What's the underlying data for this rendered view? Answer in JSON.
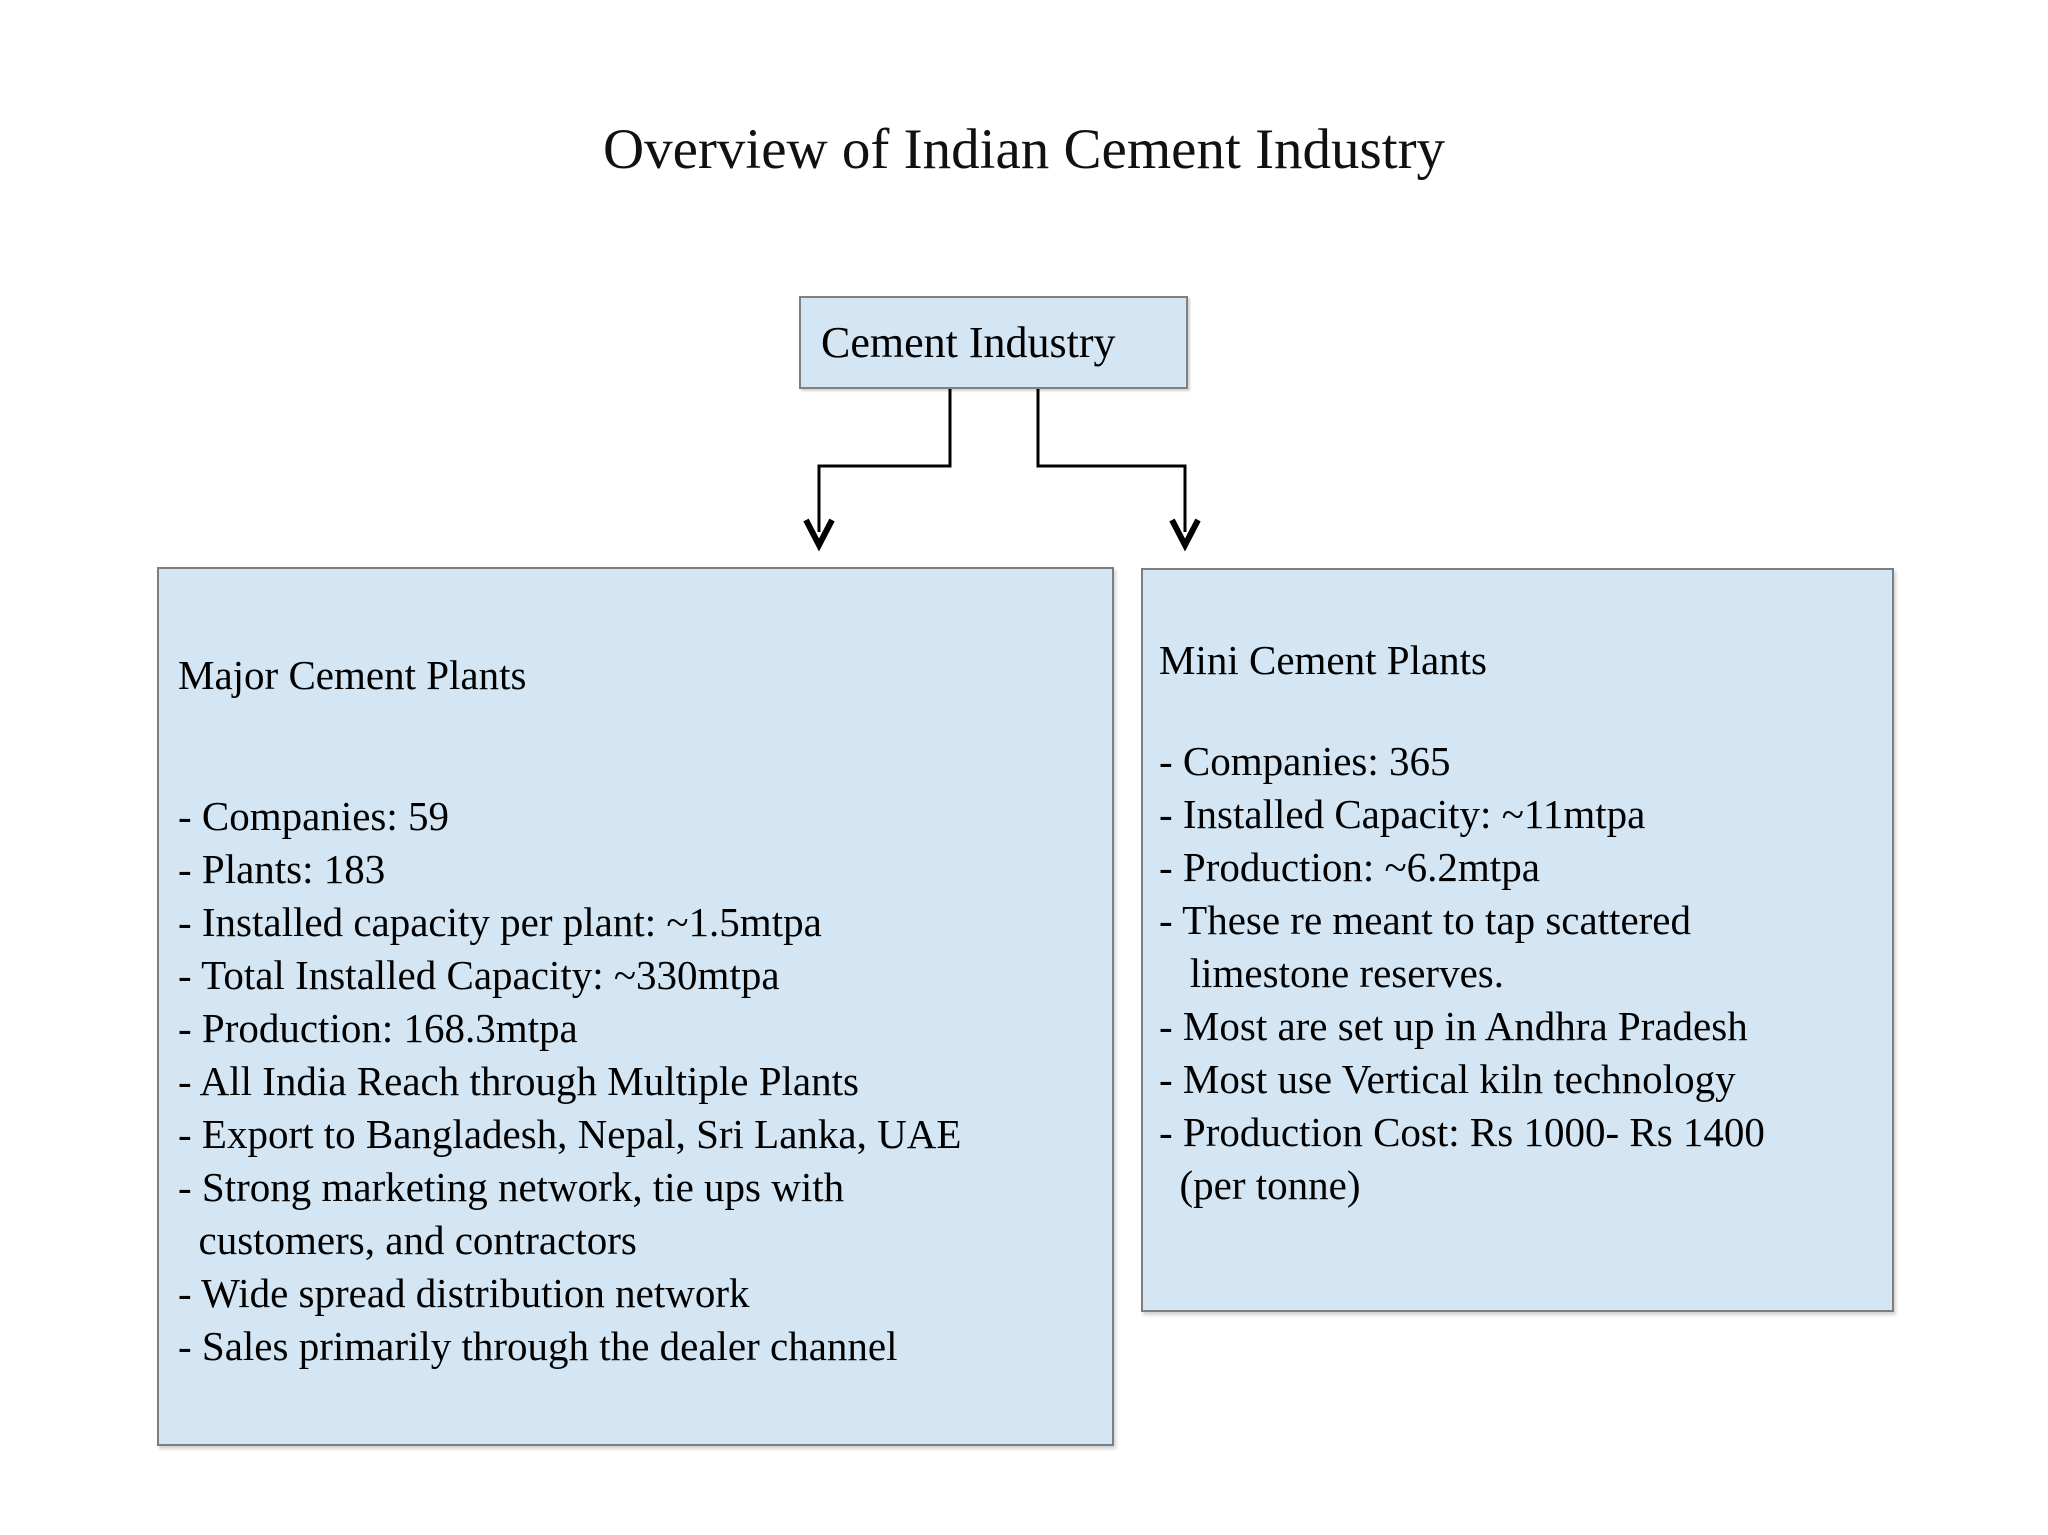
{
  "title": "Overview of Indian Cement Industry",
  "root": {
    "label": "Cement Industry"
  },
  "major": {
    "heading": "Major Cement Plants",
    "lines": [
      "- Companies: 59",
      "- Plants: 183",
      "- Installed capacity per plant: ~1.5mtpa",
      "- Total Installed Capacity: ~330mtpa",
      "- Production: 168.3mtpa",
      "- All India Reach through Multiple Plants",
      "- Export to Bangladesh, Nepal, Sri Lanka, UAE",
      "- Strong marketing network, tie ups with",
      "  customers, and contractors",
      "- Wide spread distribution network",
      "- Sales primarily through the dealer channel"
    ]
  },
  "mini": {
    "heading": "Mini Cement Plants",
    "lines": [
      "- Companies: 365",
      "- Installed Capacity: ~11mtpa",
      "- Production: ~6.2mtpa",
      "- These re meant to tap scattered",
      "   limestone reserves.",
      "- Most are set up in Andhra Pradesh",
      "- Most use Vertical kiln technology",
      "- Production Cost: Rs 1000- Rs 1400",
      "  (per tonne)"
    ]
  },
  "colors": {
    "background": "#ffffff",
    "box_fill": "#d4e6f3",
    "box_border": "#7e7e7e",
    "connector": "#000000",
    "text": "#000000"
  }
}
